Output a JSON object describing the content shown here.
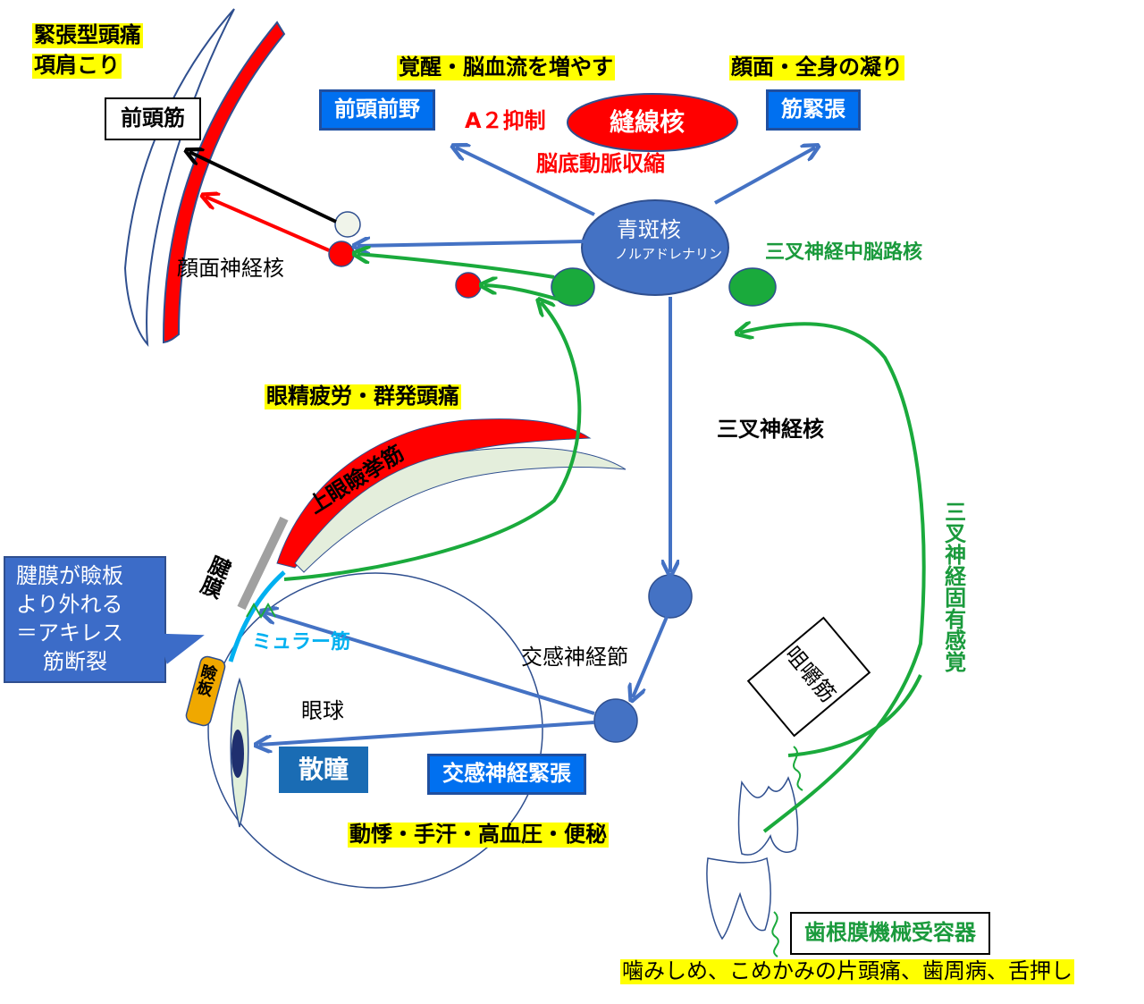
{
  "labels": {
    "tension_headache": "緊張型頭痛",
    "shoulder_stiffness": "項肩こり",
    "frontalis": "前頭筋",
    "arousal": "覚醒・脳血流を増やす",
    "prefrontal": "前頭前野",
    "a2_inhibition": "A２抑制",
    "raphe": "縫線核",
    "face_body_stiffness": "顔面・全身の凝り",
    "muscle_tension": "筋緊張",
    "basilar_constriction": "脳底動脈収縮",
    "locus_coeruleus": "青斑核",
    "noradrenaline": "ノルアドレナリン",
    "facial_nucleus": "顔面神経核",
    "trigeminal_mes_nucleus": "三叉神経中脳路核",
    "eye_fatigue": "眼精疲労・群発頭痛",
    "trigeminal_nucleus": "三叉神経核",
    "levator": "上眼瞼挙筋",
    "aponeurosis": "腱膜",
    "callout": [
      "腱膜が瞼板",
      "より外れる",
      "＝アキレス",
      "筋断裂"
    ],
    "muller": "ミュラー筋",
    "tarsus": "瞼板",
    "sympathetic_ganglion": "交感神経節",
    "eyeball": "眼球",
    "mydriasis": "散瞳",
    "sympathetic_tension": "交感神経緊張",
    "symptoms": "動悸・手汗・高血圧・便秘",
    "trigeminal_proprio": "三叉神経固有感覚",
    "masseter": "咀嚼筋",
    "pdl_receptor": "歯根膜機械受容器",
    "bottom_symptoms": "噛みしめ、こめかみの片頭痛、歯周病、舌押し"
  },
  "colors": {
    "nerve_blue": "#4472c4",
    "nerve_green": "#1aaa3c",
    "muscle_red": "#ff0000",
    "label_blue_box": "#0070f0",
    "highlight": "#ffff00",
    "callout_bg": "#3c6cc8",
    "tarsus": "#f0a800",
    "aponeurosis": "#a0a0a0",
    "muller": "#00b0f0",
    "mydriasis_box": "#1a6cb4"
  }
}
